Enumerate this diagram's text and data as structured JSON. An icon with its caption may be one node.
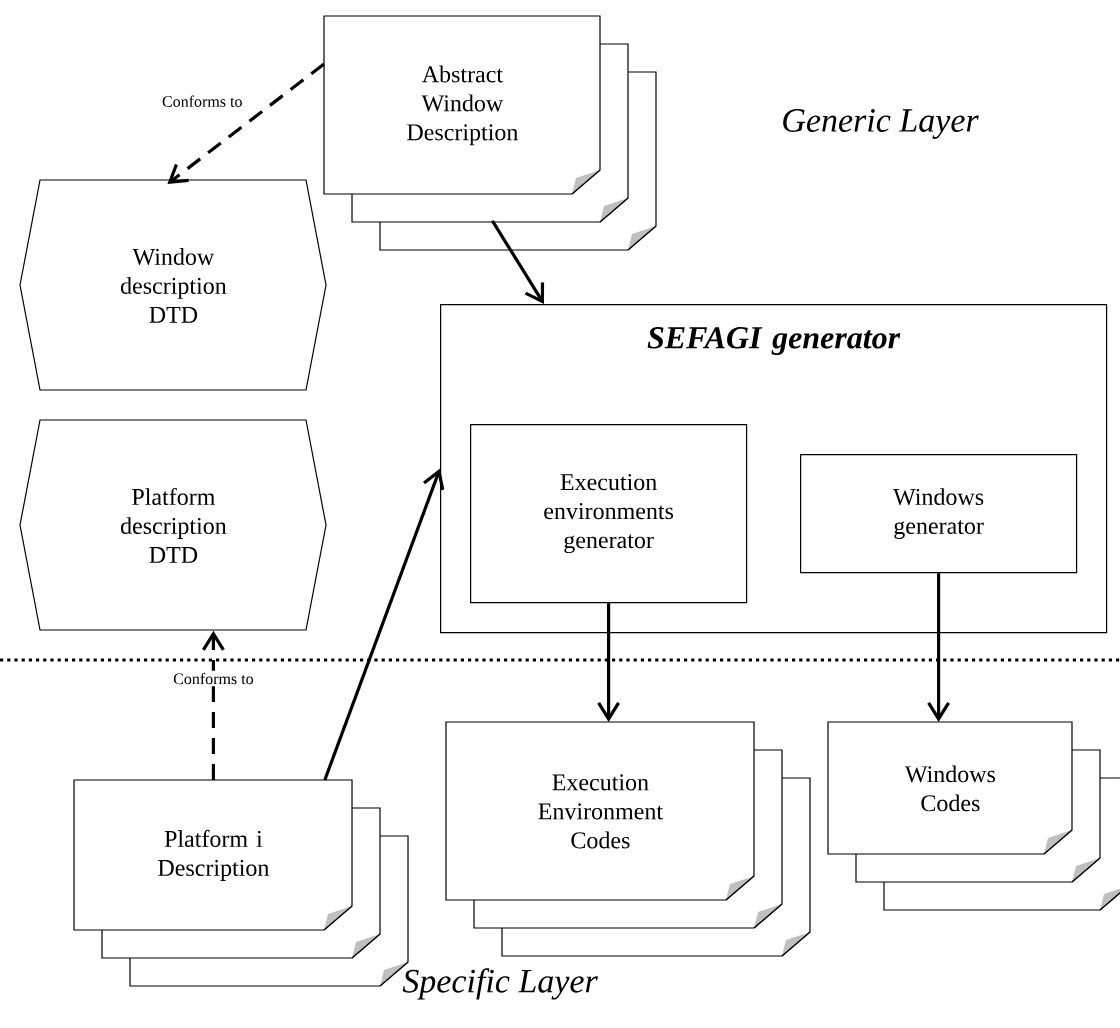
{
  "diagram": {
    "nodes": [
      {
        "text": [
          "Abstract Window Description"
        ]
      },
      {
        "text": [
          "Window description DTD"
        ]
      },
      {
        "text": [
          "SEFAGI generator"
        ]
      },
      {
        "text": [
          "Execution environments generator"
        ],
        "in": 2
      },
      {
        "text": [
          "Windows generator"
        ],
        "in": 2
      },
      {
        "text": [
          "Platform description DTD"
        ]
      },
      {
        "text": [
          "Platform i Description"
        ]
      },
      {
        "text": [
          "Execution Environment Codes"
        ]
      },
      {
        "text": [
          "Windows Codes"
        ]
      }
    ],
    "edges": [
      {
        "from": 0,
        "to": 1,
        "arrow": "to",
        "style": "dashed",
        "label": "Conforms to"
      },
      {
        "from": 0,
        "to": 2,
        "arrow": "to"
      },
      {
        "from": 6,
        "to": 5,
        "arrow": "to",
        "style": "dashed",
        "label": "Conforms to"
      },
      {
        "from": 6,
        "to": 2,
        "arrow": "to"
      },
      {
        "from": 3,
        "to": 7,
        "arrow": "to"
      },
      {
        "from": 4,
        "to": 8,
        "arrow": "to"
      }
    ],
    "labels": [
      "Generic Layer",
      "Specific Layer"
    ]
  }
}
